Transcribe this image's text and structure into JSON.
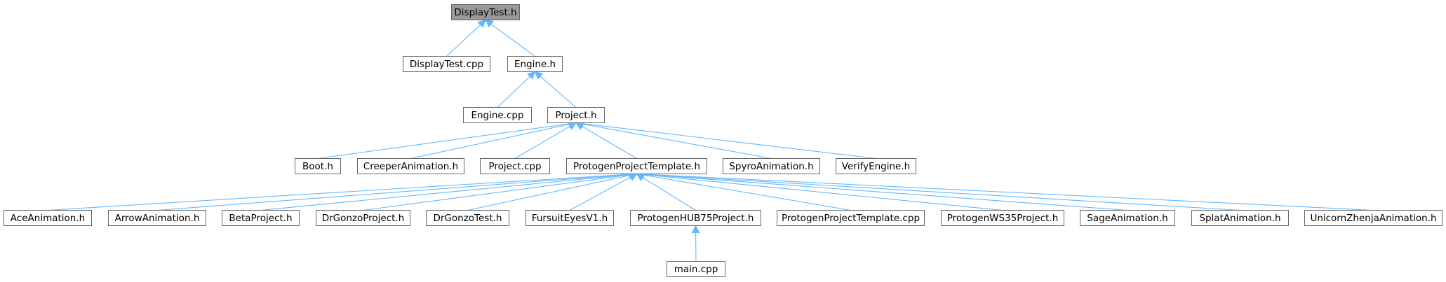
{
  "diagram": {
    "colors": {
      "edge": "#63b8ff",
      "node_border": "#666666",
      "root_fill": "#999999",
      "node_fill": "#ffffff"
    },
    "nodes": {
      "displaytest_h": "DisplayTest.h",
      "displaytest_cpp": "DisplayTest.cpp",
      "engine_h": "Engine.h",
      "engine_cpp": "Engine.cpp",
      "project_h": "Project.h",
      "boot_h": "Boot.h",
      "creeper_h": "CreeperAnimation.h",
      "project_cpp": "Project.cpp",
      "protogen_template_h": "ProtogenProjectTemplate.h",
      "spyro_h": "SpyroAnimation.h",
      "verifyengine_h": "VerifyEngine.h",
      "ace_h": "AceAnimation.h",
      "arrow_h": "ArrowAnimation.h",
      "beta_h": "BetaProject.h",
      "drgonzo_project_h": "DrGonzoProject.h",
      "drgonzo_test_h": "DrGonzoTest.h",
      "fursuit_h": "FursuitEyesV1.h",
      "hub75_h": "ProtogenHUB75Project.h",
      "protogen_template_cpp": "ProtogenProjectTemplate.cpp",
      "ws35_h": "ProtogenWS35Project.h",
      "sage_h": "SageAnimation.h",
      "splat_h": "SplatAnimation.h",
      "unicorn_h": "UnicornZhenjaAnimation.h",
      "main_cpp": "main.cpp"
    },
    "edges": [
      [
        "displaytest_cpp",
        "displaytest_h"
      ],
      [
        "engine_h",
        "displaytest_h"
      ],
      [
        "engine_cpp",
        "engine_h"
      ],
      [
        "project_h",
        "engine_h"
      ],
      [
        "boot_h",
        "project_h"
      ],
      [
        "creeper_h",
        "project_h"
      ],
      [
        "project_cpp",
        "project_h"
      ],
      [
        "protogen_template_h",
        "project_h"
      ],
      [
        "spyro_h",
        "project_h"
      ],
      [
        "verifyengine_h",
        "project_h"
      ],
      [
        "ace_h",
        "protogen_template_h"
      ],
      [
        "arrow_h",
        "protogen_template_h"
      ],
      [
        "beta_h",
        "protogen_template_h"
      ],
      [
        "drgonzo_project_h",
        "protogen_template_h"
      ],
      [
        "drgonzo_test_h",
        "protogen_template_h"
      ],
      [
        "fursuit_h",
        "protogen_template_h"
      ],
      [
        "hub75_h",
        "protogen_template_h"
      ],
      [
        "protogen_template_cpp",
        "protogen_template_h"
      ],
      [
        "ws35_h",
        "protogen_template_h"
      ],
      [
        "sage_h",
        "protogen_template_h"
      ],
      [
        "splat_h",
        "protogen_template_h"
      ],
      [
        "unicorn_h",
        "protogen_template_h"
      ],
      [
        "main_cpp",
        "hub75_h"
      ]
    ]
  }
}
